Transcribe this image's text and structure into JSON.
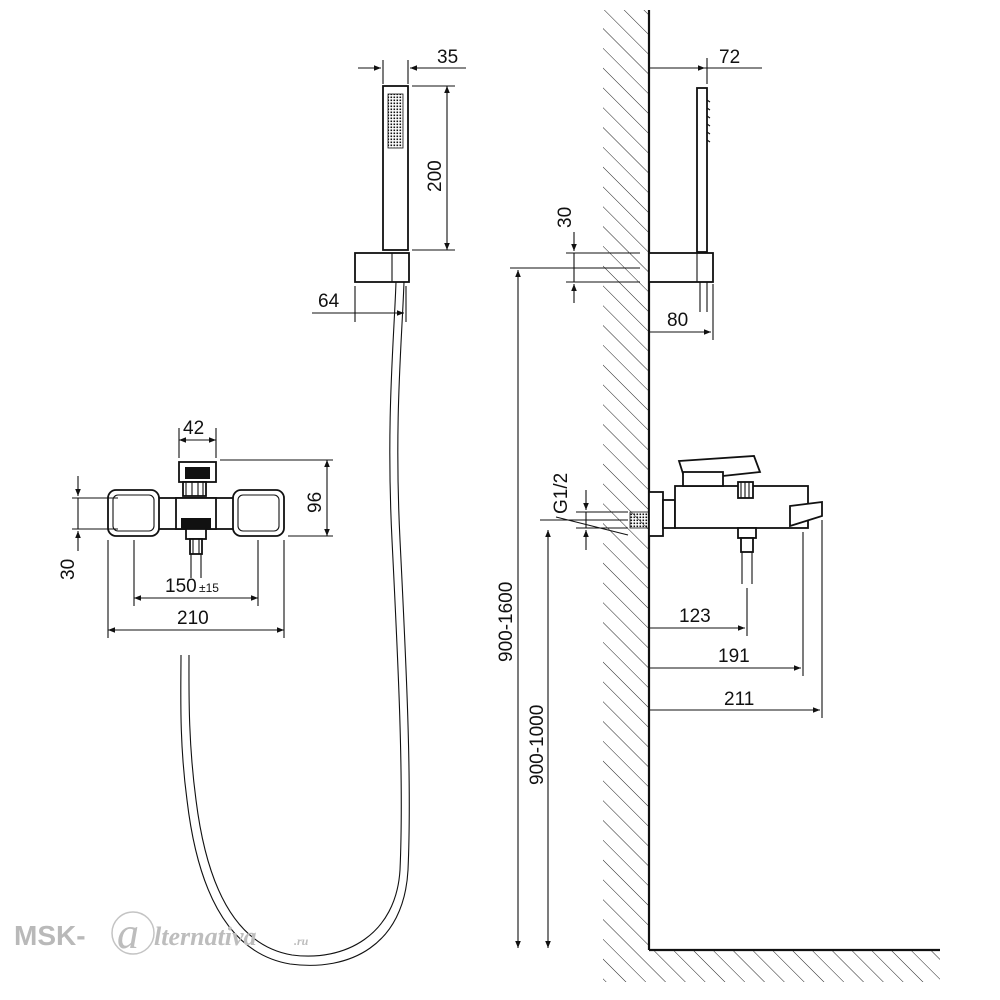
{
  "front_view": {
    "handle_width": "42",
    "body_height": "96",
    "outlet_height": "30",
    "centers": "150",
    "centers_tolerance": "±15",
    "overall_width": "210"
  },
  "hand_shower": {
    "head_width": "35",
    "head_length": "200",
    "holder_offset": "64"
  },
  "side_view": {
    "shower_projection": "72",
    "holder_height": "30",
    "holder_projection": "80",
    "connection": "G1/2",
    "lever_projection": "123",
    "spout_projection": "191",
    "overall_projection": "211",
    "holder_mount_range": "900-1600",
    "mixer_mount_range": "900-1000"
  },
  "watermark": {
    "prefix": "MSK-",
    "glyph": "a",
    "suffix": "lternativa",
    "tld": ".ru"
  }
}
